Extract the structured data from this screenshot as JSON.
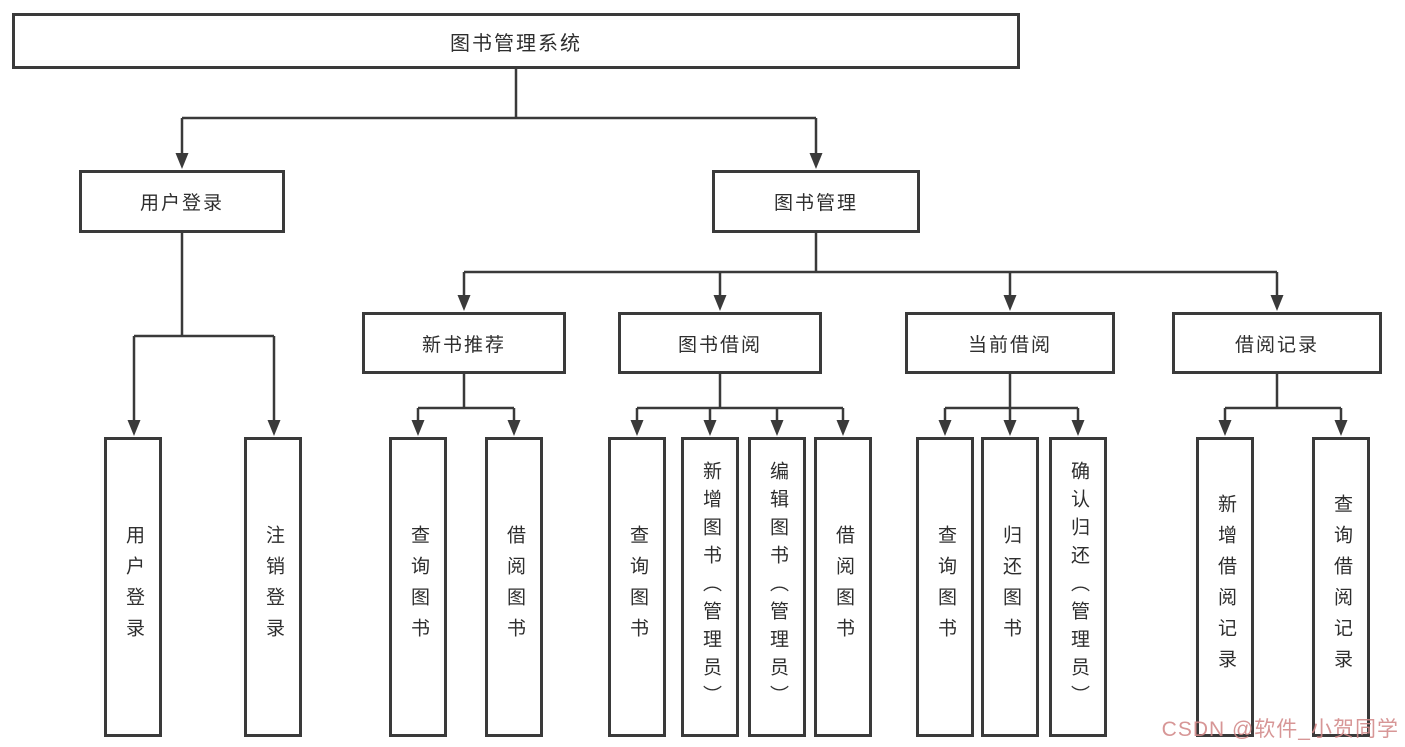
{
  "title": "图书管理系统",
  "nodes": {
    "level2": [
      "用户登录",
      "图书管理"
    ],
    "level3": [
      "新书推荐",
      "图书借阅",
      "当前借阅",
      "借阅记录"
    ],
    "user_login_children": [
      "用户登录",
      "注销登录"
    ],
    "new_book_recommend_children": [
      "查询图书",
      "借阅图书"
    ],
    "book_borrow_children": [
      "查询图书",
      "新增图书（管理员）",
      "编辑图书（管理员）",
      "借阅图书"
    ],
    "current_borrow_children": [
      "查询图书",
      "归还图书",
      "确认归还（管理员）"
    ],
    "borrow_records_children": [
      "新增借阅记录",
      "查询借阅记录"
    ]
  },
  "watermark": "CSDN @软件_小贺同学",
  "colors": {
    "line": "#3a3a3a",
    "box_border": "#3a3a3a",
    "box_background": "#ffffff",
    "text": "#2e2e2e",
    "watermark": "#d18787"
  }
}
